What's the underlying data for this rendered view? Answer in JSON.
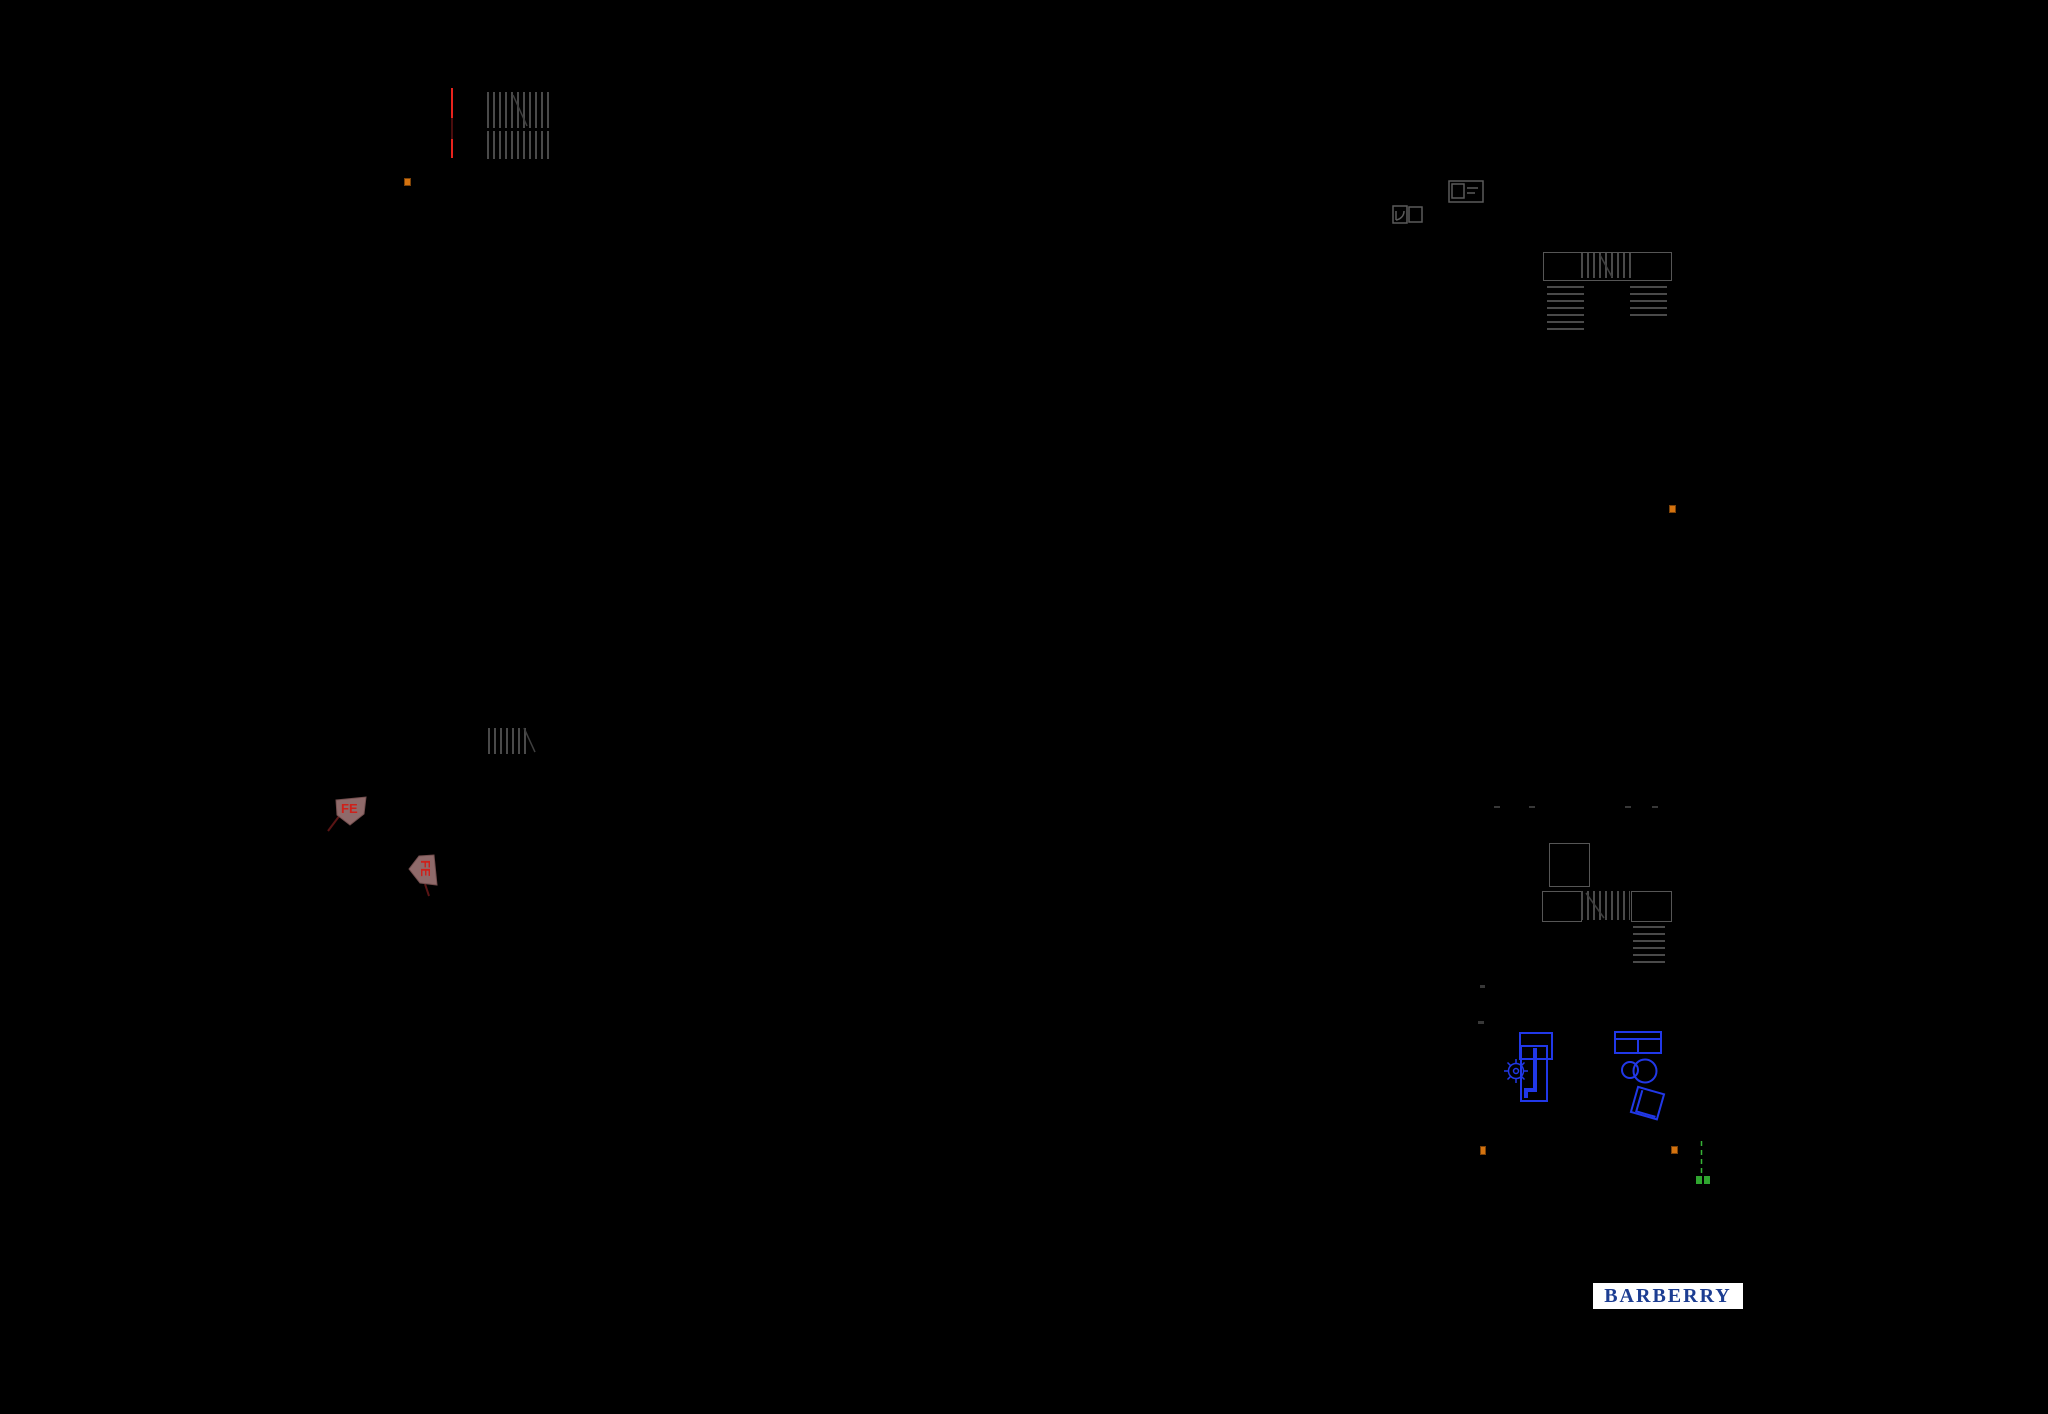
{
  "canvas": {
    "type": "floor-plan-drawing",
    "background": "#000000"
  },
  "logo": {
    "text": "BARBERRY",
    "text_color": "#1c3d92",
    "background": "#ffffff"
  },
  "fe_symbols": [
    {
      "label": "FE",
      "letter_color": "#cf201a",
      "fill": "#8f6a6a"
    },
    {
      "label": "FE",
      "letter_color": "#cf201a",
      "fill": "#8f6a6a"
    }
  ],
  "palette": {
    "hatch_gray": "#4a4a4a",
    "outline_gray": "#565656",
    "red_line": "#e8231d",
    "red_line_dim": "#4a0d0d",
    "orange_marker": "#d4730f",
    "furniture_blue": "#2138e8",
    "green_marker": "#2fa52f",
    "fe_tail_red": "#5a1414"
  },
  "counts": {
    "orange_markers": 4,
    "green_markers": 2,
    "stair_hatches": 4,
    "fe_symbols": 2
  }
}
